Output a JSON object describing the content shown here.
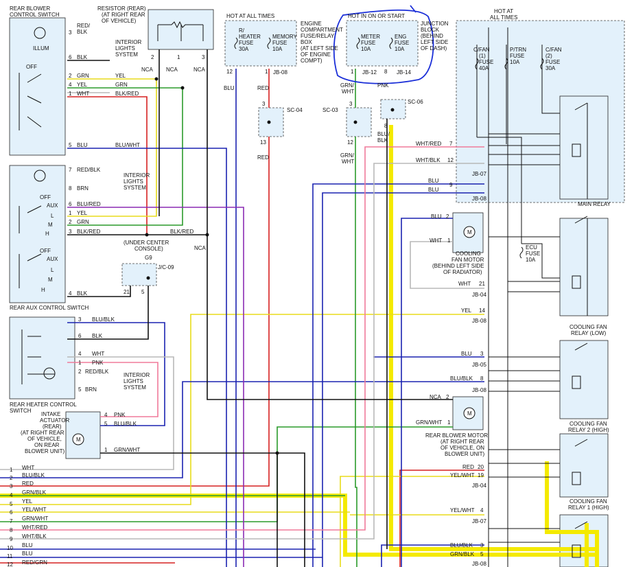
{
  "components": {
    "rear_blower_switch": {
      "title": [
        "REAR BLOWER",
        "CONTROL SWITCH"
      ],
      "illum": "ILLUM",
      "off": "OFF"
    },
    "interior_lights_1": [
      "INTERIOR",
      "LIGHTS",
      "SYSTEM"
    ],
    "interior_lights_2": [
      "INTERIOR",
      "LIGHTS",
      "SYSTEM"
    ],
    "interior_lights_3": [
      "INTERIOR",
      "LIGHTS",
      "SYSTEM"
    ],
    "resistor": [
      "RESISTOR (REAR)",
      "(AT RIGHT REAR",
      "OF VEHICLE)"
    ],
    "hot_at_all_times_1": "HOT AT ALL TIMES",
    "hot_at_all_times_2": [
      "HOT AT",
      "ALL TIMES"
    ],
    "hot_in_on_or_start": "HOT IN ON OR START",
    "r_heater_fuse": [
      "R/",
      "HEATER",
      "FUSE",
      "30A"
    ],
    "memory_fuse": [
      "MEMORY",
      "FUSE",
      "10A"
    ],
    "engine_compartment_box": [
      "ENGINE",
      "COMPARTMENT",
      "FUSE/RELAY",
      "BOX",
      "(AT LEFT SIDE",
      "OF ENGINE",
      "COMPT)"
    ],
    "meter_fuse": [
      "METER",
      "FUSE",
      "10A"
    ],
    "eng_fuse": [
      "ENG",
      "FUSE",
      "10A"
    ],
    "junction_block": [
      "JUNCTION",
      "BLOCK",
      "(BEHIND",
      "LEFT SIDE",
      "OF DASH)"
    ],
    "cfan1_fuse": [
      "C/FAN",
      "(1)",
      "FUSE",
      "40A"
    ],
    "ptrn_fuse": [
      "P/TRN",
      "FUSE",
      "10A"
    ],
    "cfan2_fuse": [
      "C/FAN",
      "(2)",
      "FUSE",
      "30A"
    ],
    "ecu_fuse": [
      "ECU",
      "FUSE",
      "10A"
    ],
    "main_relay": "MAIN RELAY",
    "cooling_fan_relay_low": [
      "COOLING FAN",
      "RELAY (LOW)"
    ],
    "cooling_fan_relay_2": [
      "COOLING FAN",
      "RELAY 2 (HIGH)"
    ],
    "cooling_fan_relay_1": [
      "COOLING FAN",
      "RELAY 1 (HIGH)"
    ],
    "cooling_fan_motor": [
      "COOLING",
      "FAN MOTOR",
      "(BEHIND LEFT SIDE",
      "OF RADIATOR)"
    ],
    "rear_blower_motor": [
      "REAR BLOWER MOTOR",
      "(AT RIGHT REAR",
      "OF VEHICLE, ON",
      "BLOWER UNIT)"
    ],
    "rear_aux_switch": {
      "title": "REAR AUX CONTROL SWITCH",
      "off": "OFF",
      "aux": "AUX",
      "l": "L",
      "m": "M",
      "h": "H"
    },
    "rear_heater_switch": [
      "REAR HEATER CONTROL",
      "SWITCH"
    ],
    "intake_actuator": [
      "INTAKE",
      "ACTUATOR",
      "(REAR)",
      "(AT RIGHT REAR",
      "OF VEHICLE,",
      "ON REAR",
      "BLOWER UNIT)"
    ],
    "under_center_console": [
      "(UNDER CENTER",
      "CONSOLE)"
    ],
    "motor_symbol": "M"
  },
  "connectors": {
    "sc04": "SC-04",
    "sc03": "SC-03",
    "sc06": "SC-06",
    "jc09": "J/C-09",
    "g9": "G9",
    "jb08": "JB-08",
    "jb12": "JB-12",
    "jb14": "JB-14",
    "jb07": "JB-07",
    "jb04": "JB-04",
    "jb05": "JB-05",
    "nca": "NCA"
  },
  "pin_labels": {
    "sw1": [
      [
        "3",
        "RED/",
        "BLK"
      ],
      [
        "6",
        "BLK"
      ],
      [
        "2",
        "GRN"
      ],
      [
        "4",
        "YEL"
      ],
      [
        "1",
        "WHT"
      ],
      [
        "5",
        "BLU"
      ]
    ],
    "sw1_wires": [
      "YEL",
      "GRN",
      "BLK/RED",
      "BLU/WHT"
    ],
    "sw2": [
      [
        "7",
        "RED/BLK"
      ],
      [
        "8",
        "BRN"
      ],
      [
        "6",
        "BLU/RED"
      ],
      [
        "1",
        "YEL"
      ],
      [
        "2",
        "GRN"
      ],
      [
        "3",
        "BLK/RED"
      ],
      [
        "4",
        "BLK"
      ]
    ],
    "sw2_wire": "BLK/RED",
    "sw3": [
      [
        "3",
        "BLU/BLK"
      ],
      [
        "6",
        "BLK"
      ],
      [
        "4",
        "WHT"
      ],
      [
        "1",
        "PNK"
      ],
      [
        "2",
        "RED/BLK"
      ],
      [
        "5",
        "BRN"
      ]
    ],
    "act": [
      [
        "4",
        "PNK"
      ],
      [
        "5",
        "BLU/BLK"
      ],
      [
        "1",
        "GRN/WHT"
      ]
    ],
    "resistor_pins": [
      "2",
      "1",
      "3"
    ],
    "fuse_pins": [
      "12",
      "1",
      "1",
      "8"
    ],
    "wire_top": [
      "BLU",
      "RED",
      "RED",
      "GRN/",
      "WHT",
      "PNK",
      "BLU/",
      "BLK",
      "GRN/",
      "WHT"
    ],
    "sc_pins": [
      "3",
      "13",
      "3",
      "12",
      "8"
    ],
    "jc_pins": [
      "21",
      "5"
    ],
    "right_pins": [
      [
        "WHT/RED",
        "7"
      ],
      [
        "WHT/BLK",
        "12"
      ],
      [
        "BLU",
        "9"
      ],
      [
        "BLU",
        "3"
      ],
      [
        "BLU/BLK",
        "8"
      ],
      [
        "NCA",
        "2"
      ],
      [
        "GRN/WHT",
        "1"
      ],
      [
        "RED",
        "20"
      ],
      [
        "YEL/WHT",
        "19"
      ],
      [
        "YEL/WHT",
        "4"
      ],
      [
        "BLU/BLK",
        "3"
      ],
      [
        "GRN/BLK",
        "5"
      ],
      [
        "BLU",
        "2"
      ],
      [
        "WHT",
        "1"
      ],
      [
        "WHT",
        "21"
      ],
      [
        "YEL",
        "14"
      ],
      [
        "BLU",
        "2"
      ]
    ]
  },
  "bottom_legend": [
    [
      "1",
      "WHT"
    ],
    [
      "2",
      "BLU/BLK"
    ],
    [
      "3",
      "RED"
    ],
    [
      "4",
      "GRN/BLK"
    ],
    [
      "5",
      "YEL"
    ],
    [
      "6",
      "YEL/WHT"
    ],
    [
      "7",
      "GRN/WHT"
    ],
    [
      "8",
      "WHT/RED"
    ],
    [
      "9",
      "WHT/BLK"
    ],
    [
      "10",
      "BLU"
    ],
    [
      "11",
      "BLU"
    ],
    [
      "12",
      "RED/GRN"
    ]
  ],
  "colors": {
    "red": "#d62020",
    "yellow": "#e8dc1a",
    "green": "#2a9a2a",
    "blue": "#1a22b0",
    "purple": "#8a2ab4",
    "pink": "#f07a9a",
    "gray": "#b8b8b8",
    "black": "#111111",
    "highlight": "#f4ea00",
    "annotation": "#1b2fd8",
    "box": "#e3f1fb"
  }
}
